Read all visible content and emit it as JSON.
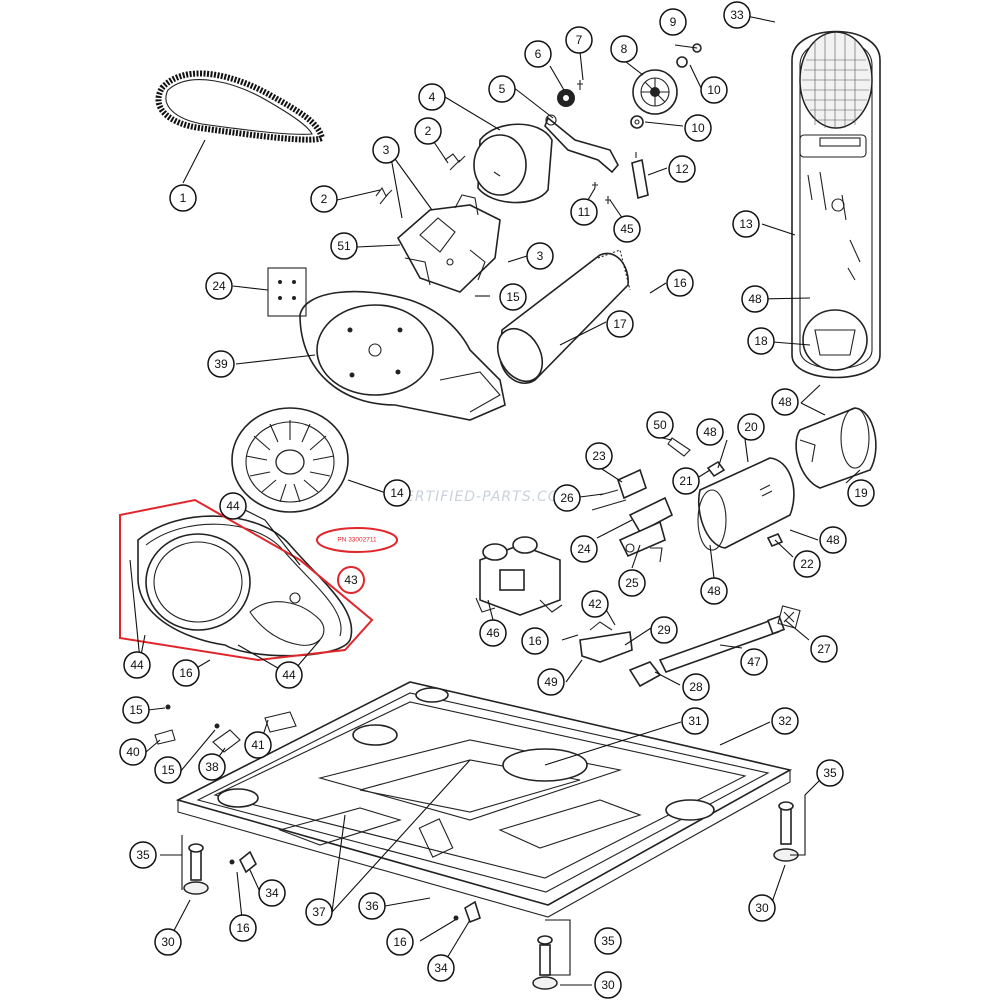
{
  "diagram": {
    "watermark": "ERTIFIED-PARTS.COM",
    "highlight": {
      "callout": "43",
      "part_number_label": "PN 33002711"
    },
    "callouts": [
      "1",
      "2",
      "3",
      "4",
      "5",
      "6",
      "7",
      "8",
      "9",
      "10",
      "11",
      "12",
      "13",
      "14",
      "15",
      "16",
      "17",
      "18",
      "19",
      "20",
      "21",
      "22",
      "23",
      "24",
      "25",
      "26",
      "27",
      "28",
      "29",
      "30",
      "31",
      "32",
      "33",
      "34",
      "35",
      "36",
      "37",
      "38",
      "39",
      "40",
      "41",
      "42",
      "43",
      "44",
      "45",
      "46",
      "47",
      "48",
      "49",
      "50",
      "51"
    ]
  }
}
